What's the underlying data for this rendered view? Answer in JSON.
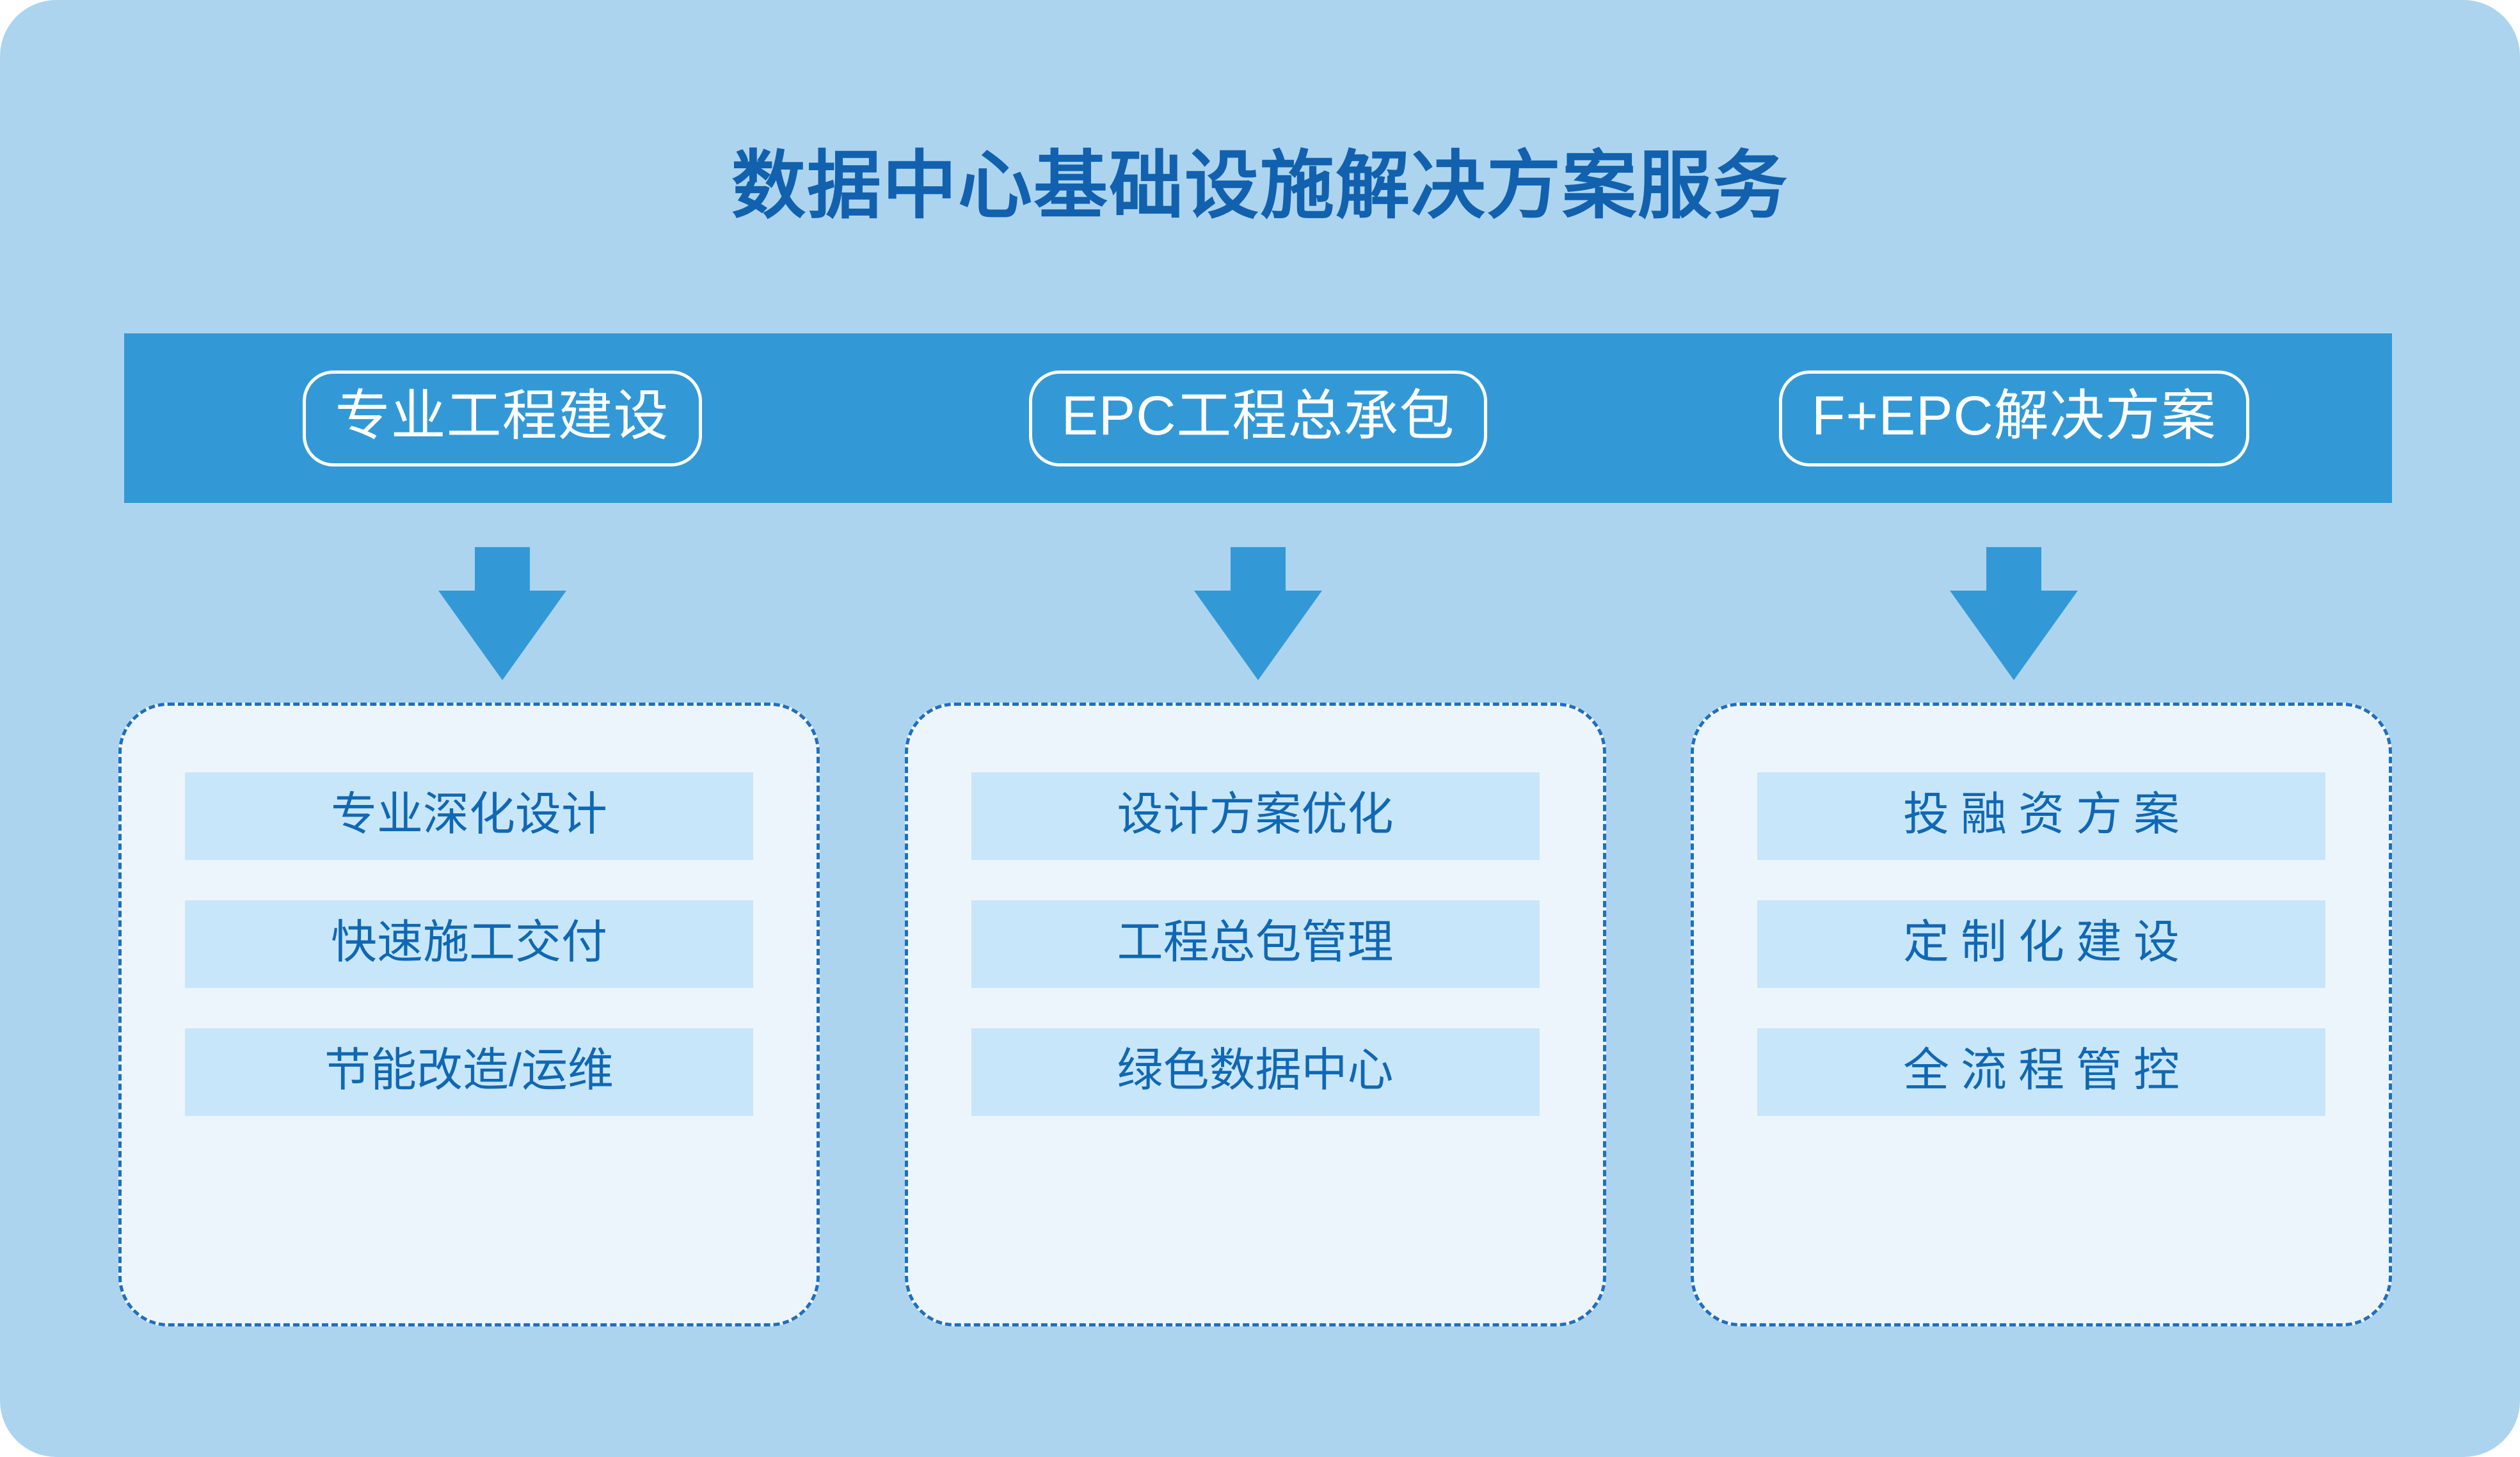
{
  "title": "数据中心基础设施解决方案服务",
  "colors": {
    "board_background": "#ADD4EE",
    "title_text": "#1161AE",
    "header_bar": "#3399D6",
    "pill_border": "#FFFFFF",
    "pill_text": "#FFFFFF",
    "arrow": "#3399D6",
    "card_fill": "#EDF5FC",
    "card_dashed_border": "#1F6FBF",
    "item_band": "#C8E6FA",
    "item_text": "#1068B4"
  },
  "header": {
    "pills": [
      {
        "label": "专业工程建设"
      },
      {
        "label": "EPC工程总承包"
      },
      {
        "label": "F+EPC解决方案"
      }
    ]
  },
  "arrows": [
    {
      "icon": "arrow-down-icon"
    },
    {
      "icon": "arrow-down-icon"
    },
    {
      "icon": "arrow-down-icon"
    }
  ],
  "columns": [
    {
      "items": [
        {
          "label": "专业深化设计",
          "spaced": false
        },
        {
          "label": "快速施工交付",
          "spaced": false
        },
        {
          "label": "节能改造/运维",
          "spaced": false
        }
      ]
    },
    {
      "items": [
        {
          "label": "设计方案优化",
          "spaced": false
        },
        {
          "label": "工程总包管理",
          "spaced": false
        },
        {
          "label": "绿色数据中心",
          "spaced": false
        }
      ]
    },
    {
      "items": [
        {
          "label": "投融资方案",
          "spaced": true
        },
        {
          "label": "定制化建设",
          "spaced": true
        },
        {
          "label": "全流程管控",
          "spaced": true
        }
      ]
    }
  ]
}
